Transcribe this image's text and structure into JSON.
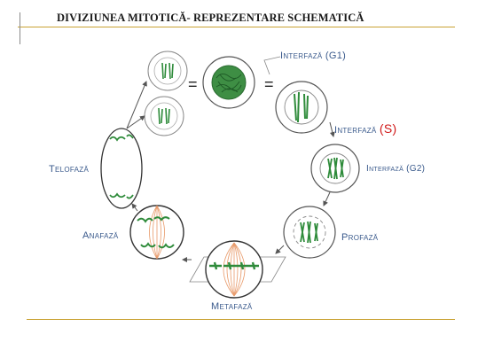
{
  "title": "DIVIZIUNEA MITOTICĂ- REPREZENTARE SCHEMATICĂ",
  "equals": "=",
  "labels": {
    "interfaza_g1": "Interfază (G1)",
    "interfaza_s_prefix": "Interfază ",
    "interfaza_s_letter": "(S)",
    "interfaza_g2": "Interfază (G2)",
    "profaza": "Profază",
    "metafaza": "Metafază",
    "anafaza": "Anafază",
    "telofaza": "Telofază"
  },
  "colors": {
    "chromosome": "#2e8b3a",
    "spindle": "#e89a6a",
    "label": "#3a5a8c",
    "accent_s": "#d01818",
    "frame_line": "#c9a233"
  }
}
